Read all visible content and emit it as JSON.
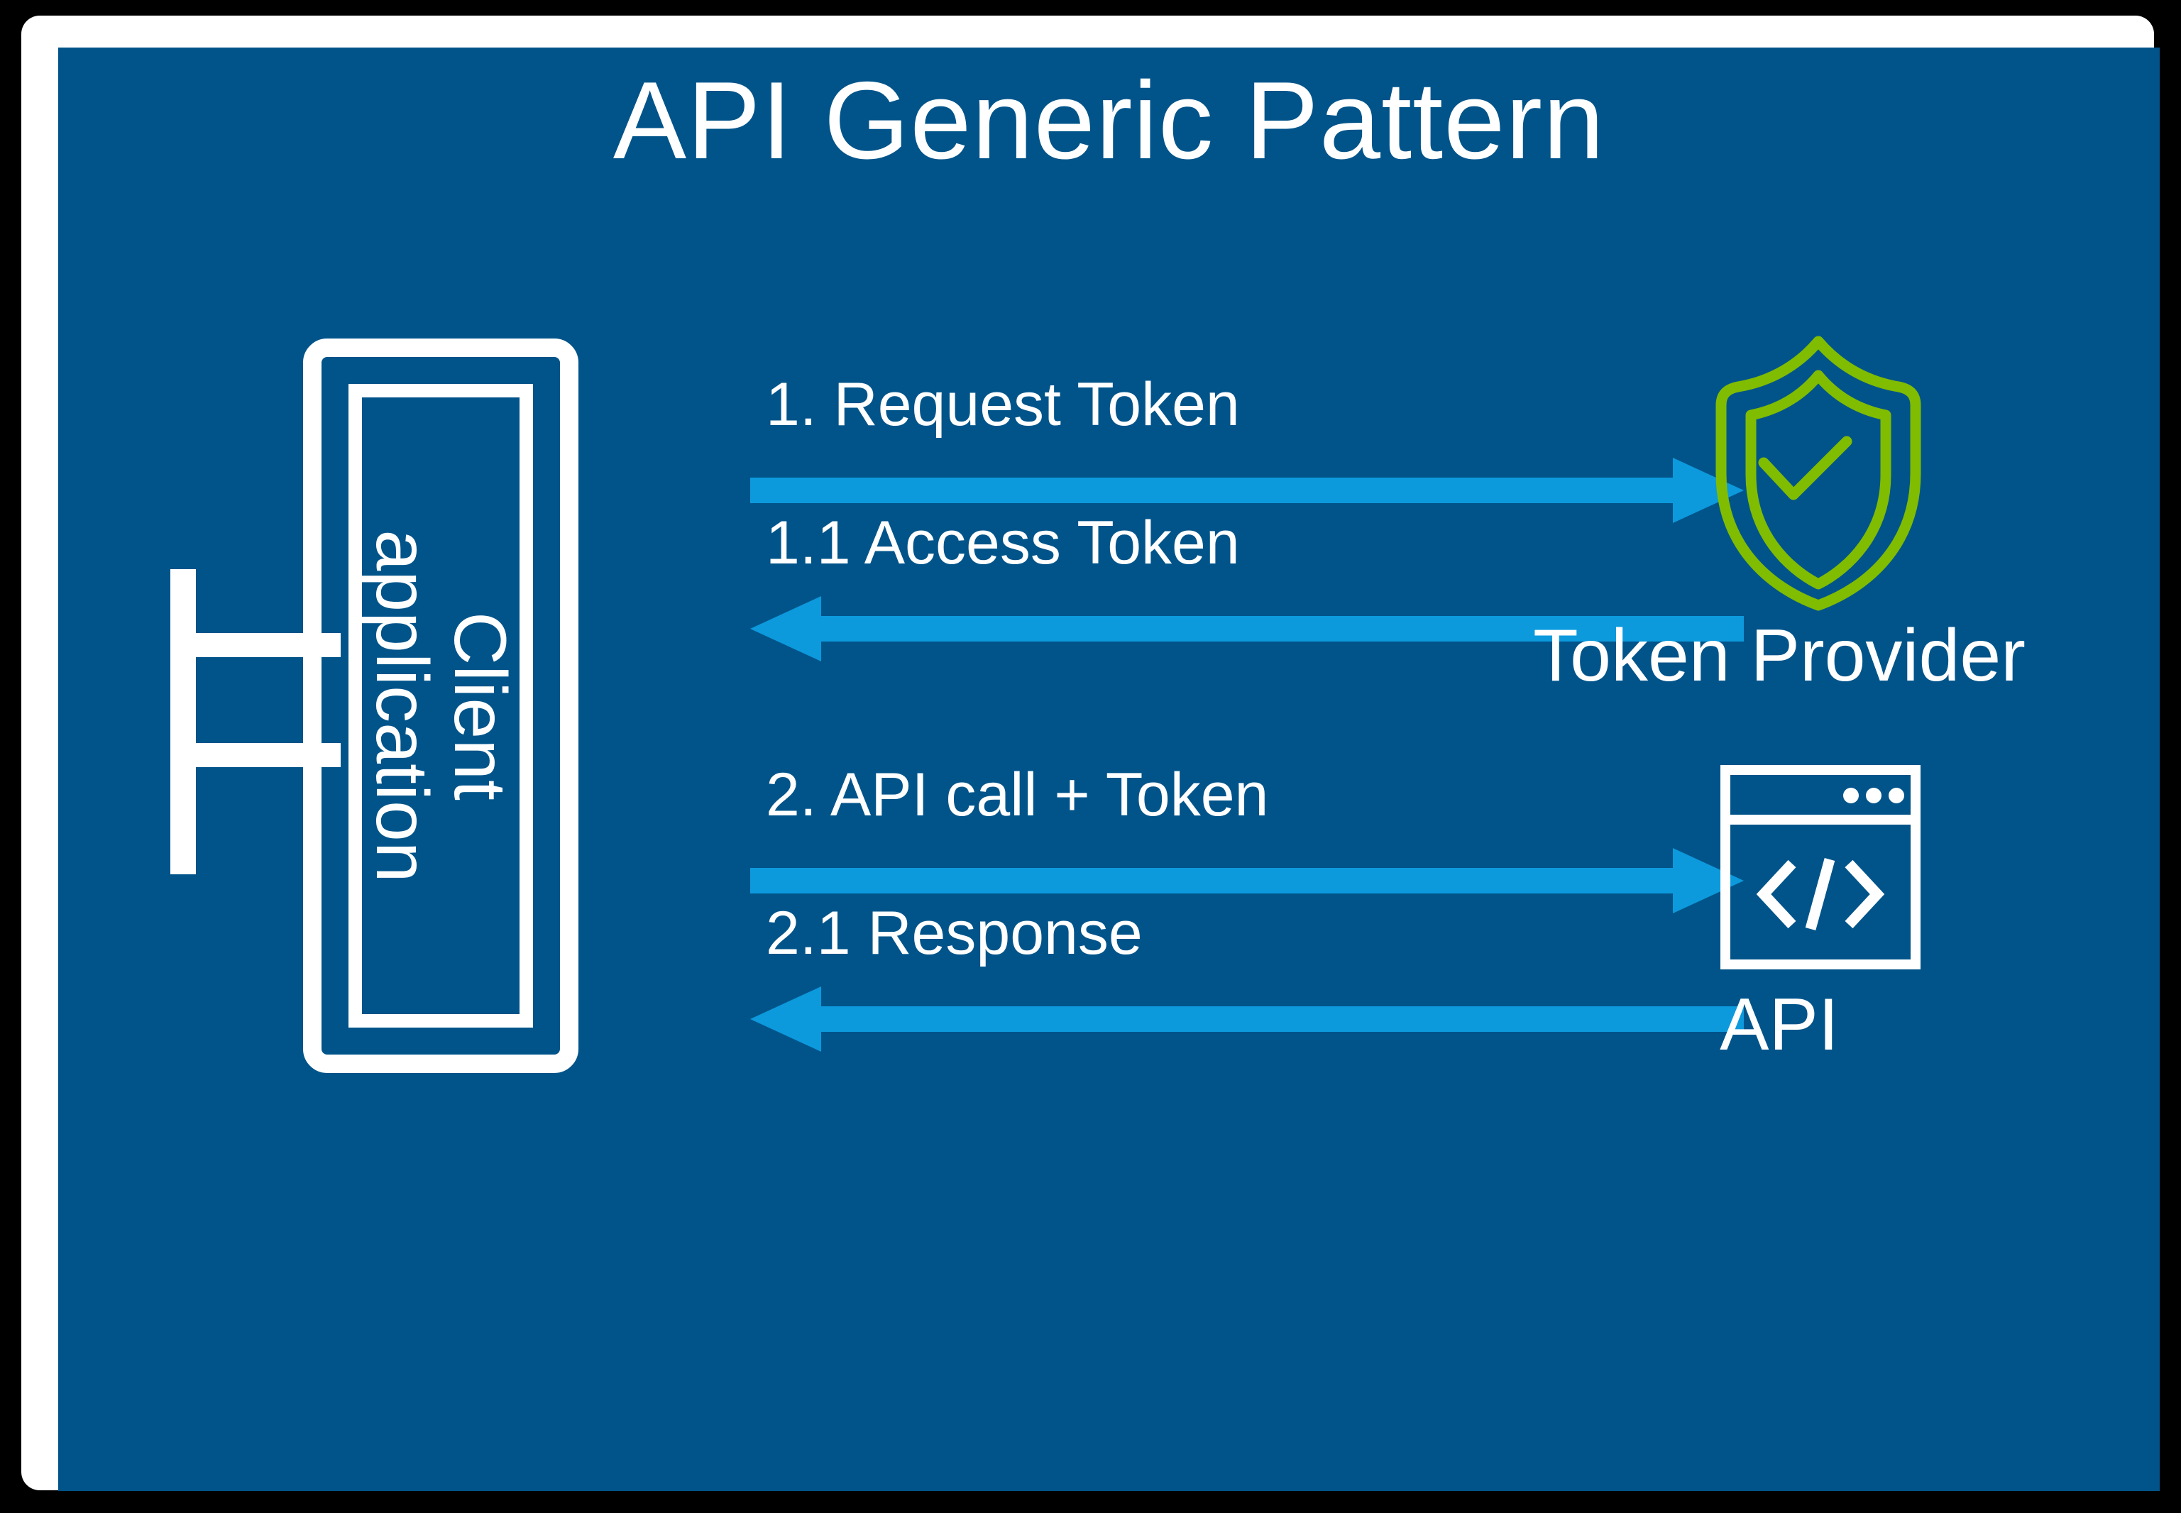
{
  "slide": {
    "title": "API Generic Pattern",
    "background_color": "#01548a",
    "frame_color": "#ffffff",
    "page_color": "#000000"
  },
  "client": {
    "label_line1": "Client",
    "label_line2": "application",
    "icon": "monitor-icon",
    "color": "#ffffff"
  },
  "flows": [
    {
      "id": "request-token",
      "label": "1. Request Token",
      "direction": "right",
      "color": "#0c9add"
    },
    {
      "id": "access-token",
      "label": "1.1 Access Token",
      "direction": "left",
      "color": "#0c9add"
    },
    {
      "id": "api-call",
      "label": "2. API call + Token",
      "direction": "right",
      "color": "#0c9add"
    },
    {
      "id": "response",
      "label": "2.1 Response",
      "direction": "left",
      "color": "#0c9add"
    }
  ],
  "token_provider": {
    "label": "Token Provider",
    "icon": "shield-check-icon",
    "icon_color": "#80bc00"
  },
  "api": {
    "label": "API",
    "icon": "browser-code-icon",
    "icon_color": "#ffffff"
  }
}
